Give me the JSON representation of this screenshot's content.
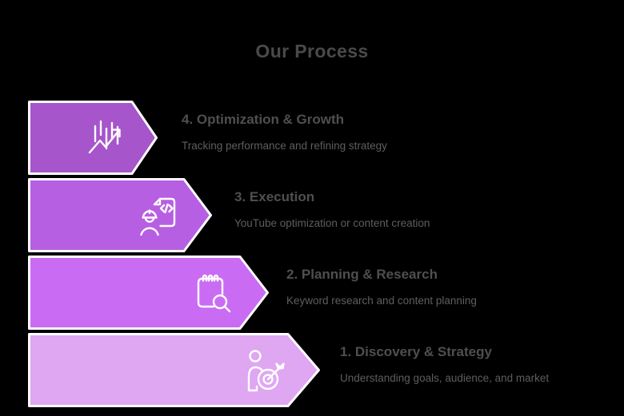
{
  "title": "Our Process",
  "colors": {
    "background": "#000000",
    "title_text": "#4a4a4a",
    "step_heading_text": "#4f4f4f",
    "step_description_text": "#5e5e5e",
    "arrow_outline": "#ffffff",
    "icon_stroke": "#ffffff"
  },
  "steps": [
    {
      "label": "4. Optimization & Growth",
      "description": "Tracking performance and refining strategy",
      "icon": "growth-chart-icon",
      "color": "#a655cb"
    },
    {
      "label": "3. Execution",
      "description": "YouTube optimization or content creation",
      "icon": "engineer-code-document-icon",
      "color": "#b75fe2"
    },
    {
      "label": "2. Planning & Research",
      "description": "Keyword research and content planning",
      "icon": "notepad-magnifier-icon",
      "color": "#c96cf3"
    },
    {
      "label": "1. Discovery & Strategy",
      "description": "Understanding goals, audience, and market",
      "icon": "person-target-icon",
      "color": "#dfa6f2"
    }
  ]
}
